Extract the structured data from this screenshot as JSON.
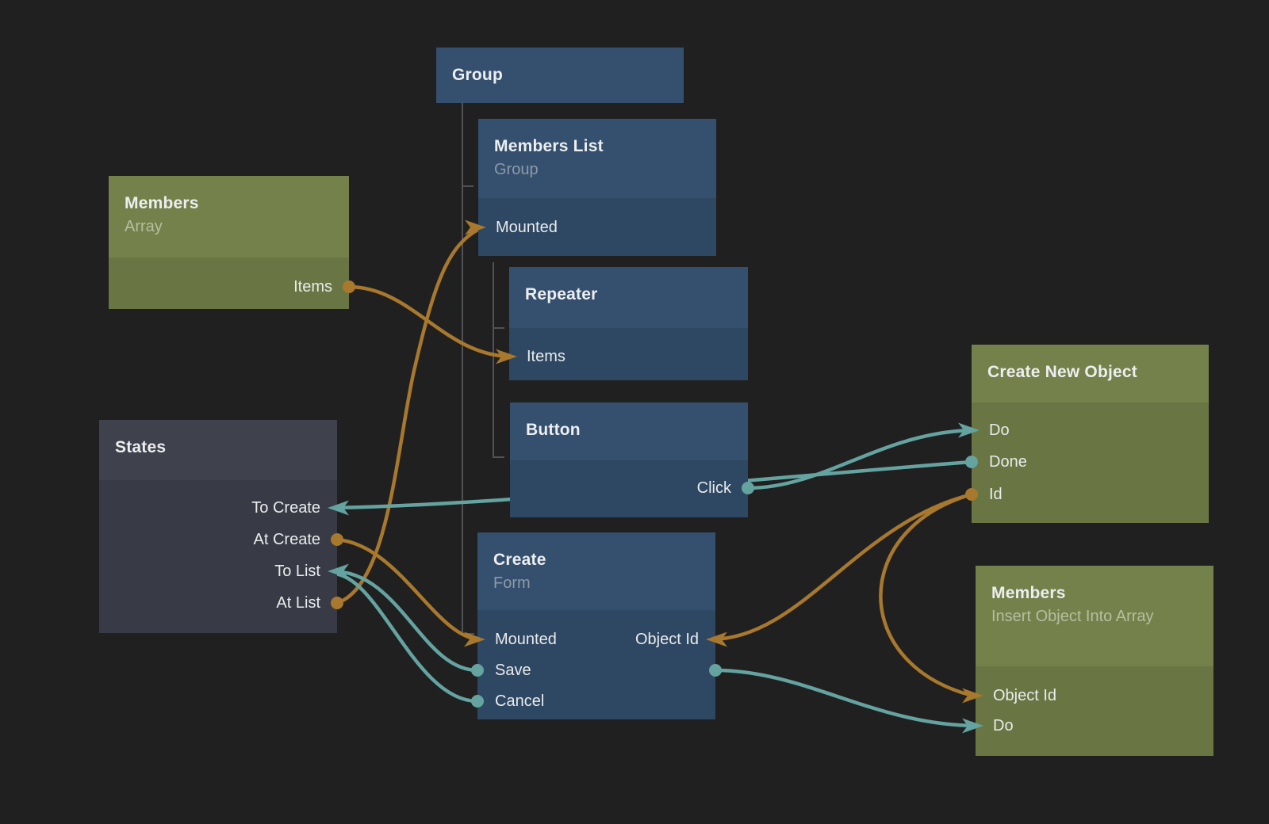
{
  "editor": {
    "kind": "node-graph-canvas"
  },
  "colors": {
    "background": "#202021",
    "node_blue_header": "#35506e",
    "node_blue_body": "#2e4762",
    "node_green_header": "#74814a",
    "node_green_body": "#697643",
    "node_gray_header": "#3f424d",
    "node_gray_body": "#383b45",
    "wire_orange": "#a8782c",
    "wire_teal": "#64a3a0",
    "hierarchy_line": "#505254"
  },
  "nodes": {
    "group": {
      "title": "Group"
    },
    "members_list": {
      "title": "Members List",
      "subtitle": "Group",
      "ports": {
        "mounted": "Mounted"
      }
    },
    "members_array": {
      "title": "Members",
      "subtitle": "Array",
      "ports": {
        "items": "Items"
      }
    },
    "repeater": {
      "title": "Repeater",
      "ports": {
        "items": "Items"
      }
    },
    "button": {
      "title": "Button",
      "ports": {
        "click": "Click"
      }
    },
    "states": {
      "title": "States",
      "ports": {
        "to_create": "To Create",
        "at_create": "At Create",
        "to_list": "To List",
        "at_list": "At List"
      }
    },
    "create_form": {
      "title": "Create",
      "subtitle": "Form",
      "ports": {
        "mounted": "Mounted",
        "save": "Save",
        "cancel": "Cancel",
        "object_id": "Object Id"
      }
    },
    "create_new_object": {
      "title": "Create New Object",
      "ports": {
        "do": "Do",
        "done": "Done",
        "id": "Id"
      }
    },
    "members_insert": {
      "title": "Members",
      "subtitle": "Insert Object Into Array",
      "ports": {
        "object_id": "Object Id",
        "do": "Do"
      }
    }
  },
  "connections": [
    {
      "from": "Members (Array).Items",
      "to": "Repeater.Items",
      "color": "orange"
    },
    {
      "from": "States.At Create",
      "to": "Create (Form).Mounted",
      "color": "orange"
    },
    {
      "from": "States.At List",
      "to": "Members List.Mounted",
      "color": "orange"
    },
    {
      "from": "Create (Form).Save",
      "to": "States.To List",
      "color": "teal"
    },
    {
      "from": "Create (Form).Cancel",
      "to": "States.To List",
      "color": "teal"
    },
    {
      "from": "Button.Click",
      "to": "Create New Object.Do",
      "color": "teal"
    },
    {
      "from": "Create New Object.Done",
      "to": "States.To Create",
      "color": "teal"
    },
    {
      "from": "Create New Object.Id",
      "to": "Create (Form).Object Id",
      "color": "orange"
    },
    {
      "from": "Create New Object.Id",
      "to": "Members (Insert Object Into Array).Object Id",
      "color": "orange"
    },
    {
      "from": "Create (Form).Save",
      "to": "Members (Insert Object Into Array).Do",
      "color": "teal"
    }
  ],
  "hierarchy": [
    {
      "parent": "Group",
      "children": [
        "Members List",
        "Create (Form)"
      ]
    },
    {
      "parent": "Members List",
      "children": [
        "Repeater",
        "Button"
      ]
    }
  ]
}
